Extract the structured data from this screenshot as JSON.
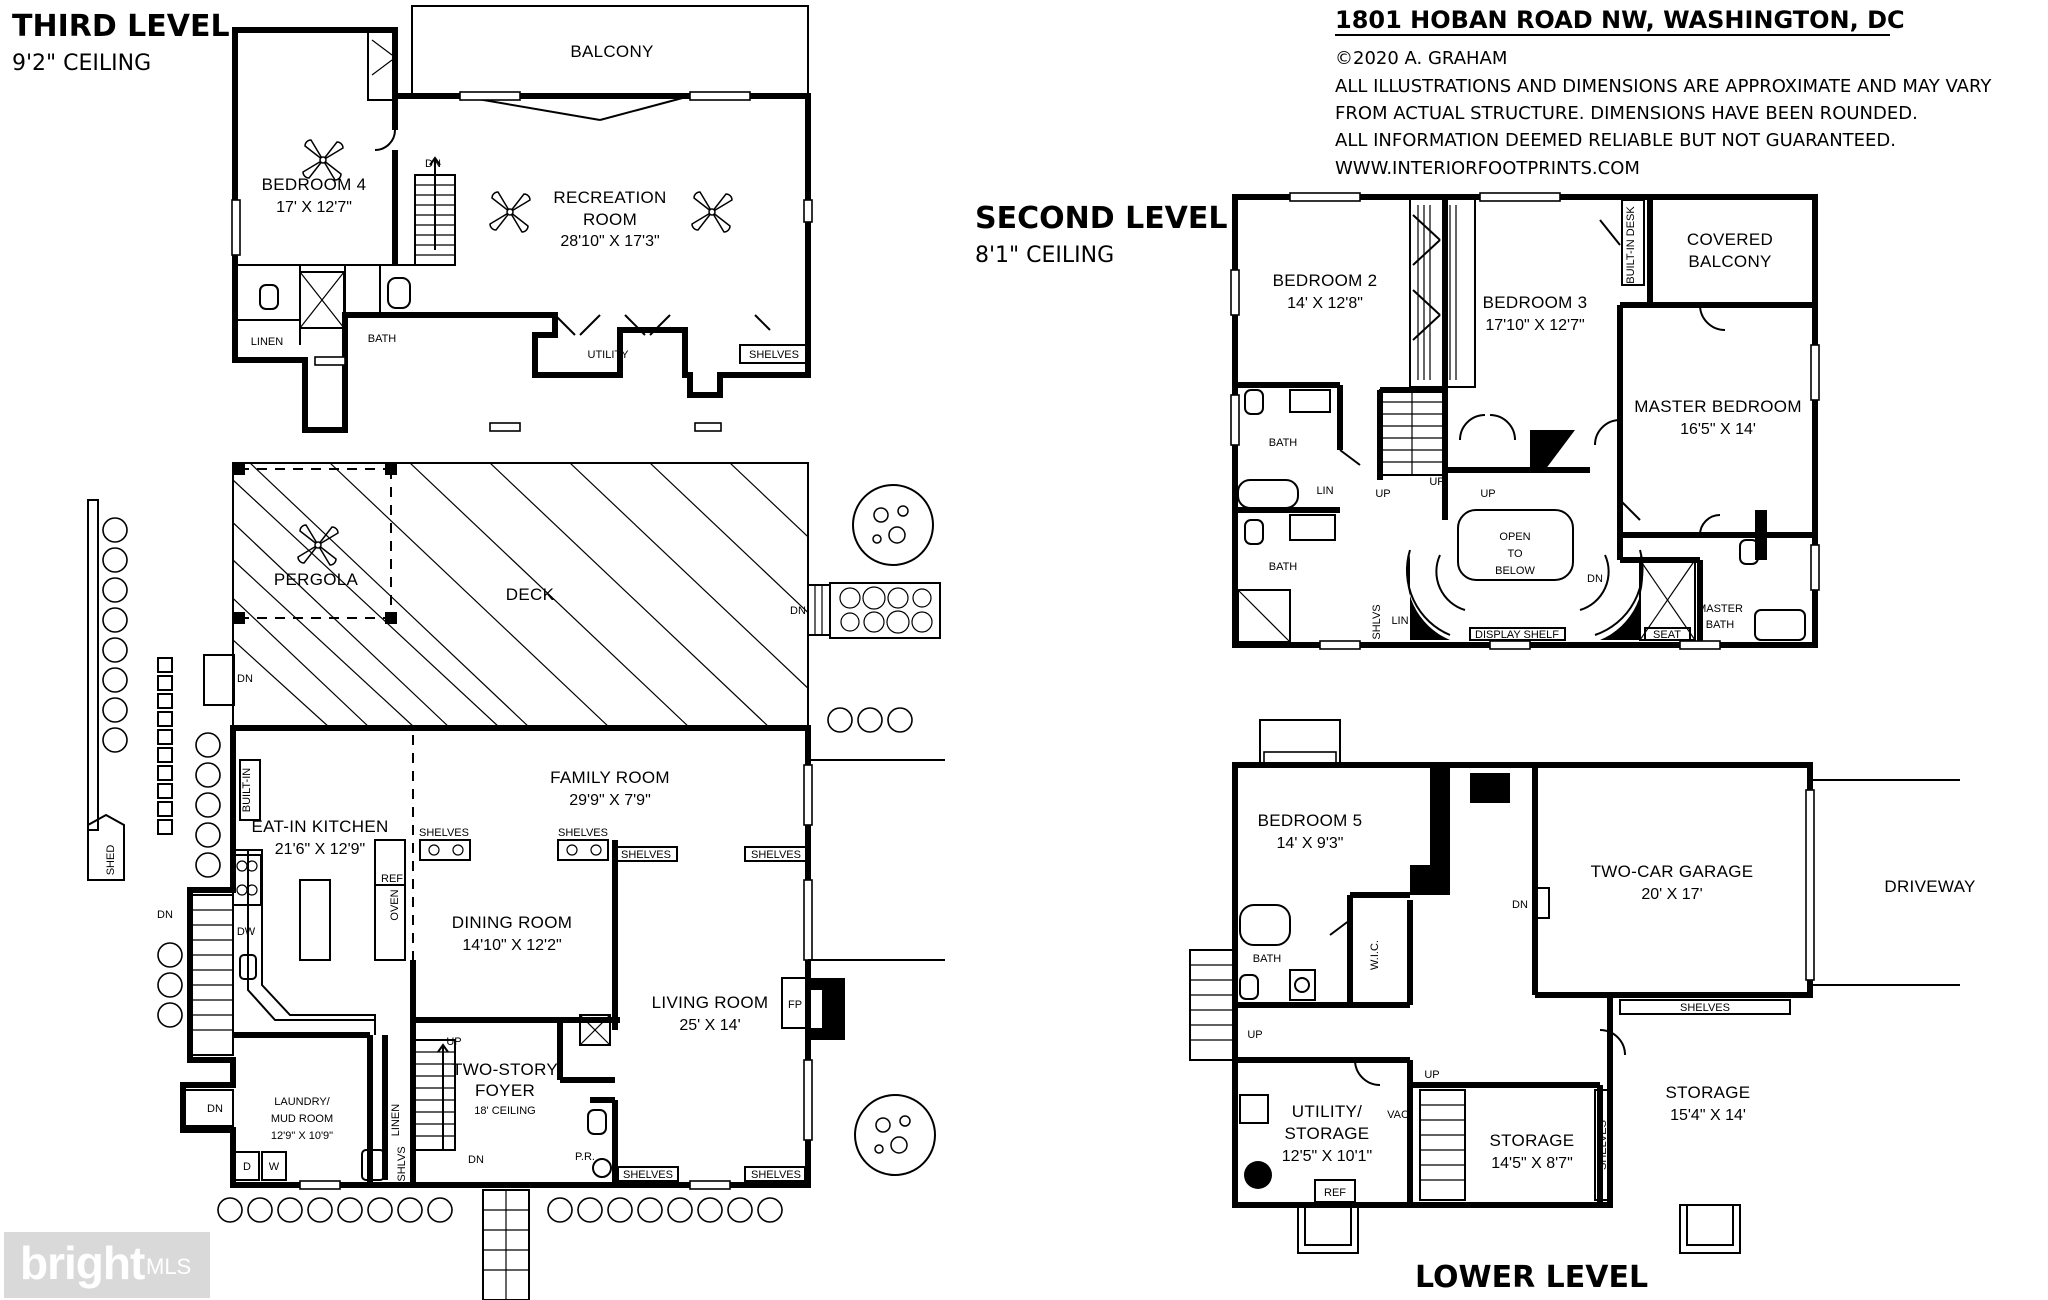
{
  "header": {
    "address": "1801 HOBAN ROAD NW, WASHINGTON, DC",
    "copyright": "©2020 A. GRAHAM",
    "disclaimer_1": "ALL ILLUSTRATIONS AND DIMENSIONS ARE APPROXIMATE AND MAY VARY",
    "disclaimer_2": "FROM ACTUAL STRUCTURE. DIMENSIONS HAVE BEEN ROUNDED.",
    "disclaimer_3": "ALL INFORMATION DEEMED RELIABLE BUT NOT GUARANTEED.",
    "website": "WWW.INTERIORFOOTPRINTS.COM"
  },
  "third_level": {
    "title": "THIRD LEVEL",
    "ceiling": "9'2\" CEILING",
    "balcony": "BALCONY",
    "bedroom4": "BEDROOM 4",
    "bedroom4_dim": "17' X 12'7\"",
    "recreation_1": "RECREATION",
    "recreation_2": "ROOM",
    "recreation_dim": "28'10\" X 17'3\"",
    "dn": "DN",
    "linen": "LINEN",
    "bath": "BATH",
    "utility": "UTILITY",
    "shelves": "SHELVES"
  },
  "main_level": {
    "pergola": "PERGOLA",
    "deck": "DECK",
    "dn_deck": "DN",
    "dn_side": "DN",
    "built_in": "BUILT-IN",
    "family_room": "FAMILY ROOM",
    "family_dim": "29'9\" X 7'9\"",
    "eat_in_kitchen": "EAT-IN KITCHEN",
    "kitchen_dim": "21'6\" X 12'9\"",
    "shelves_a": "SHELVES",
    "shelves_b": "SHELVES",
    "shelves_c": "SHELVES",
    "shelves_d": "SHELVES",
    "shelves_e": "SHELVES",
    "shelves_f": "SHELVES",
    "ref": "REF",
    "oven": "OVEN",
    "dw": "DW",
    "dn_stair": "DN",
    "shed": "SHED",
    "dining_room": "DINING ROOM",
    "dining_dim": "14'10\" X 12'2\"",
    "living_room": "LIVING ROOM",
    "living_dim": "25' X 14'",
    "fp": "FP",
    "up": "UP",
    "foyer_1": "TWO-STORY",
    "foyer_2": "FOYER",
    "foyer_ceiling": "18' CEILING",
    "laundry_1": "LAUNDRY/",
    "laundry_2": "MUD ROOM",
    "laundry_dim": "12'9\" X 10'9\"",
    "dn_laundry": "DN",
    "dn_foyer": "DN",
    "d": "D",
    "w": "W",
    "shlvs": "SHLVS",
    "linen": "LINEN",
    "pr": "P.R."
  },
  "second_level": {
    "title": "SECOND LEVEL",
    "ceiling": "8'1\" CEILING",
    "bedroom2": "BEDROOM 2",
    "bedroom2_dim": "14' X 12'8\"",
    "bedroom3": "BEDROOM 3",
    "bedroom3_dim": "17'10\" X 12'7\"",
    "built_in_desk": "BUILT-IN DESK",
    "covered_1": "COVERED",
    "covered_2": "BALCONY",
    "master": "MASTER BEDROOM",
    "master_dim": "16'5\" X 14'",
    "bath_a": "BATH",
    "bath_b": "BATH",
    "lin_a": "LIN",
    "lin_b": "LIN",
    "up_a": "UP",
    "up_b": "UP",
    "up_c": "UP",
    "open_1": "OPEN",
    "open_2": "TO",
    "open_3": "BELOW",
    "dn": "DN",
    "shlvs": "SHLVS",
    "display_shelf": "DISPLAY SHELF",
    "seat": "SEAT",
    "master_bath_1": "MASTER",
    "master_bath_2": "BATH"
  },
  "lower_level": {
    "title": "LOWER LEVEL",
    "bedroom5": "BEDROOM 5",
    "bedroom5_dim": "14' X 9'3\"",
    "garage": "TWO-CAR GARAGE",
    "garage_dim": "20' X 17'",
    "driveway": "DRIVEWAY",
    "dn": "DN",
    "bath": "BATH",
    "wic": "W.I.C.",
    "up_a": "UP",
    "up_b": "UP",
    "shelves": "SHELVES",
    "shelves_v": "SHELVES",
    "utility_1": "UTILITY/",
    "utility_2": "STORAGE",
    "utility_dim": "12'5\" X 10'1\"",
    "vac": "VAC",
    "storage_a": "STORAGE",
    "storage_a_dim": "14'5\" X 8'7\"",
    "storage_b": "STORAGE",
    "storage_b_dim": "15'4\" X 14'",
    "ref": "REF"
  },
  "watermark": {
    "brand": "bright",
    "suffix": "MLS"
  }
}
